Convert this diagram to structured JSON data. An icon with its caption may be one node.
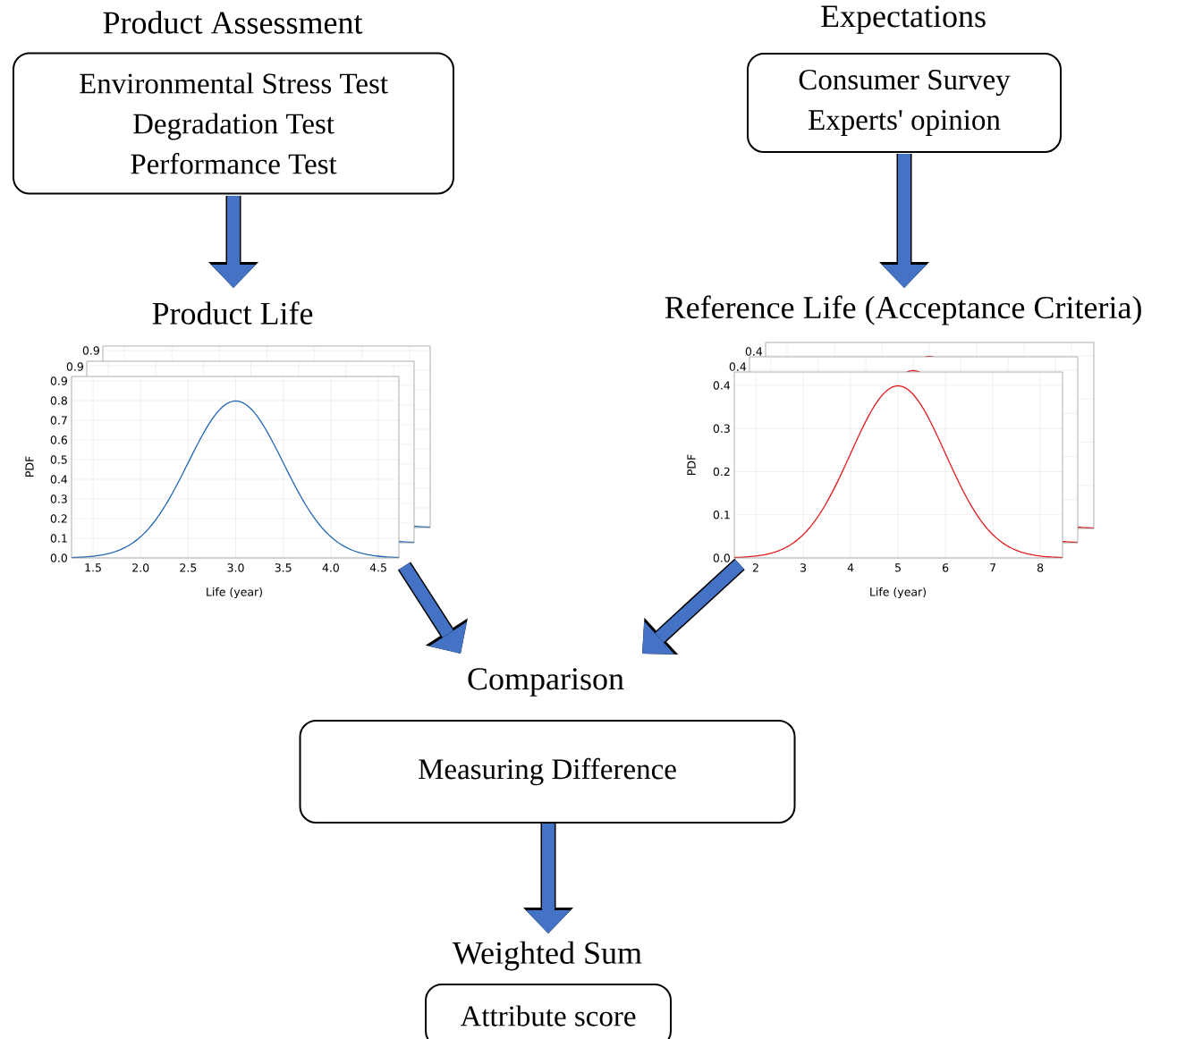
{
  "diagram": {
    "nodes": [
      {
        "text": [
          "Product Assessment",
          "Environmental Stress Test",
          "Degradation Test",
          "Performance Test"
        ]
      },
      {
        "text": [
          "Expectations",
          "Consumer Survey",
          "Experts' opinion"
        ]
      },
      {
        "text": [
          "Product Life"
        ]
      },
      {
        "text": [
          "Reference Life (Acceptance Criteria)"
        ]
      },
      {
        "text": [
          "Comparison",
          "Measuring Difference"
        ]
      },
      {
        "text": [
          "Weighted Sum",
          "Attribute score"
        ]
      }
    ],
    "edges": [
      {
        "from": 0,
        "to": 2,
        "arrow": "to"
      },
      {
        "from": 1,
        "to": 3,
        "arrow": "to"
      },
      {
        "from": 2,
        "to": 4,
        "arrow": "to"
      },
      {
        "from": 3,
        "to": 4,
        "arrow": "to"
      },
      {
        "from": 4,
        "to": 5,
        "arrow": "to"
      }
    ],
    "labels": [
      "0.9",
      "0.9",
      "0.9",
      "0.8",
      "0.7",
      "0.6",
      "0.5",
      "0.4",
      "0.3",
      "0.2",
      "0.1",
      "0.0",
      "PDF",
      "1.5",
      "2.0",
      "2.5",
      "3.0",
      "3.5",
      "4.0",
      "4.5",
      "Life (year)",
      "0.4",
      "0.4",
      "0.4",
      "0.3",
      "0.2",
      "0.1",
      "0.0",
      "PDF",
      "2",
      "3",
      "4",
      "5",
      "6",
      "7",
      "8",
      "Life (year)"
    ]
  }
}
